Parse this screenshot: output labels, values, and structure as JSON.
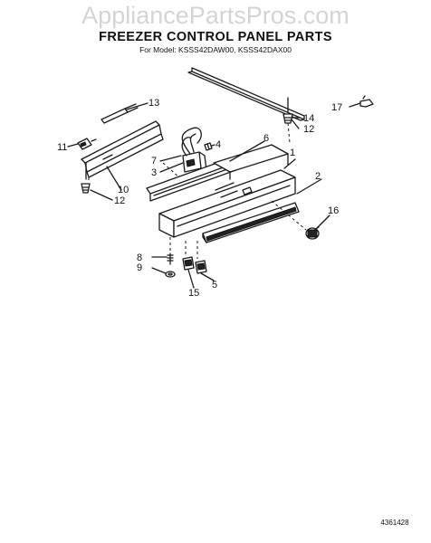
{
  "watermark": "AppliancePartsPros.com",
  "title": "FREEZER CONTROL PANEL PARTS",
  "model_line": "For Model: KSSS42DAW00, KSSS42DAX00",
  "diagram_code": "4361428",
  "callouts": [
    "1",
    "2",
    "3",
    "4",
    "5",
    "6",
    "7",
    "8",
    "9",
    "10",
    "11",
    "12",
    "12",
    "13",
    "14",
    "15",
    "16",
    "17"
  ]
}
